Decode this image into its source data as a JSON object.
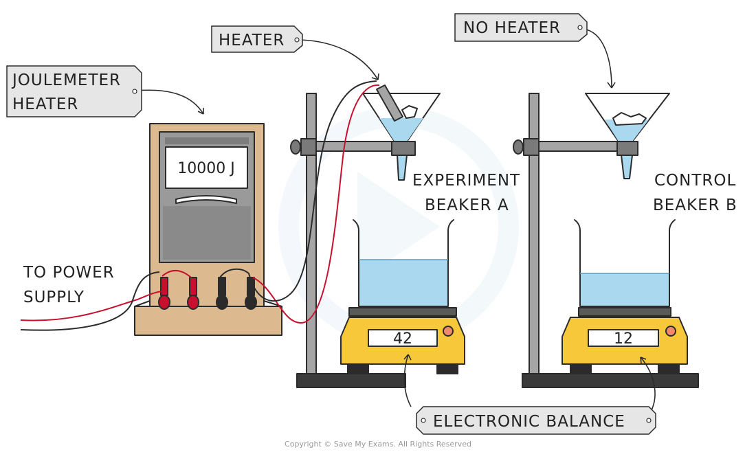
{
  "labels": {
    "joulemeter_line1": "JOULEMETER",
    "joulemeter_line2": "HEATER",
    "heater": "HEATER",
    "no_heater": "NO HEATER",
    "power_line1": "TO POWER",
    "power_line2": "SUPPLY",
    "experiment_line1": "EXPERIMENT",
    "experiment_line2": "BEAKER A",
    "control_line1": "CONTROL",
    "control_line2": "BEAKER B",
    "balance": "ELECTRONIC BALANCE"
  },
  "joulemeter_reading": "10000 J",
  "balance_a_reading": "42",
  "balance_b_reading": "12",
  "copyright": "Copyright © Save My Exams. All Rights Reserved",
  "colors": {
    "wood": "#ddb98f",
    "meter_grey": "#9a9a9a",
    "water": "#a9d8ef",
    "balance_yellow": "#f7c93a",
    "wire_red": "#c8102e",
    "label_bg": "#e6e6e6"
  }
}
